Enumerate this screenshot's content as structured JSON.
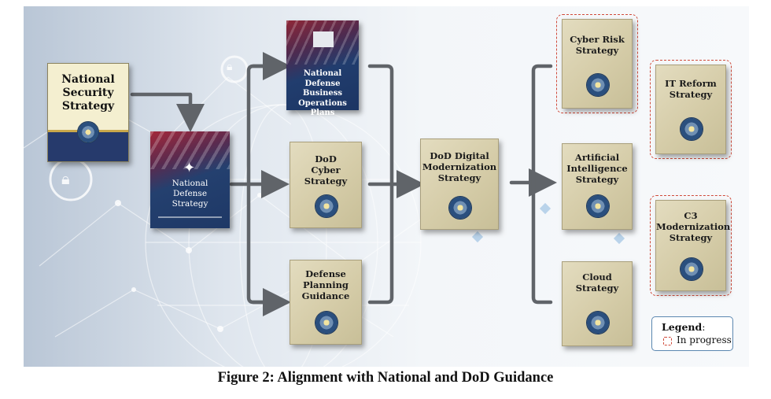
{
  "documents": {
    "nss": {
      "title": "National\nSecurity\nStrategy"
    },
    "nds": {
      "title": "National\nDefense\nStrategy"
    },
    "ndbop": {
      "title": "National\nDefense Business\nOperations Plans"
    },
    "cyber": {
      "title": "DoD\nCyber\nStrategy"
    },
    "dpg": {
      "title": "Defense\nPlanning\nGuidance"
    },
    "dms": {
      "title": "DoD Digital\nModernization\nStrategy"
    },
    "cyberrisk": {
      "title": "Cyber Risk\nStrategy"
    },
    "ai": {
      "title": "Artificial\nIntelligence\nStrategy"
    },
    "cloud": {
      "title": "Cloud\nStrategy"
    },
    "itreform": {
      "title": "IT Reform\nStrategy"
    },
    "c3": {
      "title": "C3\nModernization\nStrategy"
    }
  },
  "legend": {
    "title": "Legend",
    "colon": ":",
    "item": "In progress",
    "color": "#d04a3a"
  },
  "caption": "Figure 2: Alignment with National and DoD Guidance",
  "colors": {
    "arrow": "#606469",
    "book": "#d5cca8",
    "navy": "#263a6c"
  }
}
